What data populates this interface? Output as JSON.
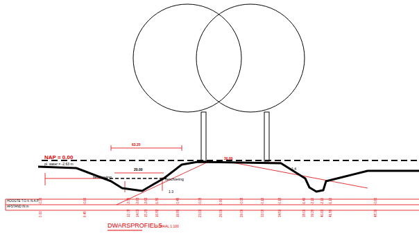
{
  "diagram": {
    "title": "DWARSPROFIEL 5",
    "labels": [
      "NAP = 0.00",
      "pl. water = -2,63 m",
      "63.25",
      "30.00",
      "20.00",
      "beschoeiing",
      "beschoeiing",
      "1:4",
      "1:3",
      "HOOGTE T.O.V. N.A.P.",
      "AFSTAND IN m",
      "SCHAAL 1:100",
      "-0.20",
      "0.00",
      "-0.60",
      "6.45",
      "-2.05",
      "12.78",
      "-2.63",
      "14.03",
      "-2.63",
      "15.23",
      "-1.80",
      "16.82",
      "-0.45",
      "19.80",
      "-0.05",
      "23.00",
      "0.00",
      "26.00",
      "-0.05",
      "29.00",
      "-0.10",
      "32.00",
      "-0.15",
      "34.50",
      "-1.40",
      "38.00",
      "-2.10",
      "39.20",
      "-2.10",
      "40.60",
      "-1.10",
      "41.80",
      "-0.60",
      "48.30"
    ]
  }
}
